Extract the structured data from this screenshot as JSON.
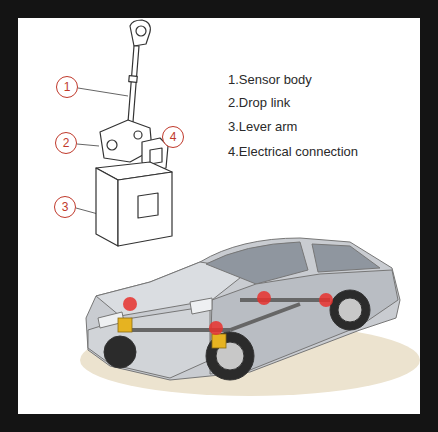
{
  "diagram": {
    "nodes": [
      {
        "text": [
          "1"
        ]
      },
      {
        "text": [
          "4"
        ]
      },
      {
        "text": [
          "2"
        ]
      },
      {
        "text": [
          "3"
        ]
      }
    ],
    "labels": [
      "1.Sensor body",
      "2.Drop link",
      "3.Lever arm",
      "4.Electrical connection"
    ]
  }
}
